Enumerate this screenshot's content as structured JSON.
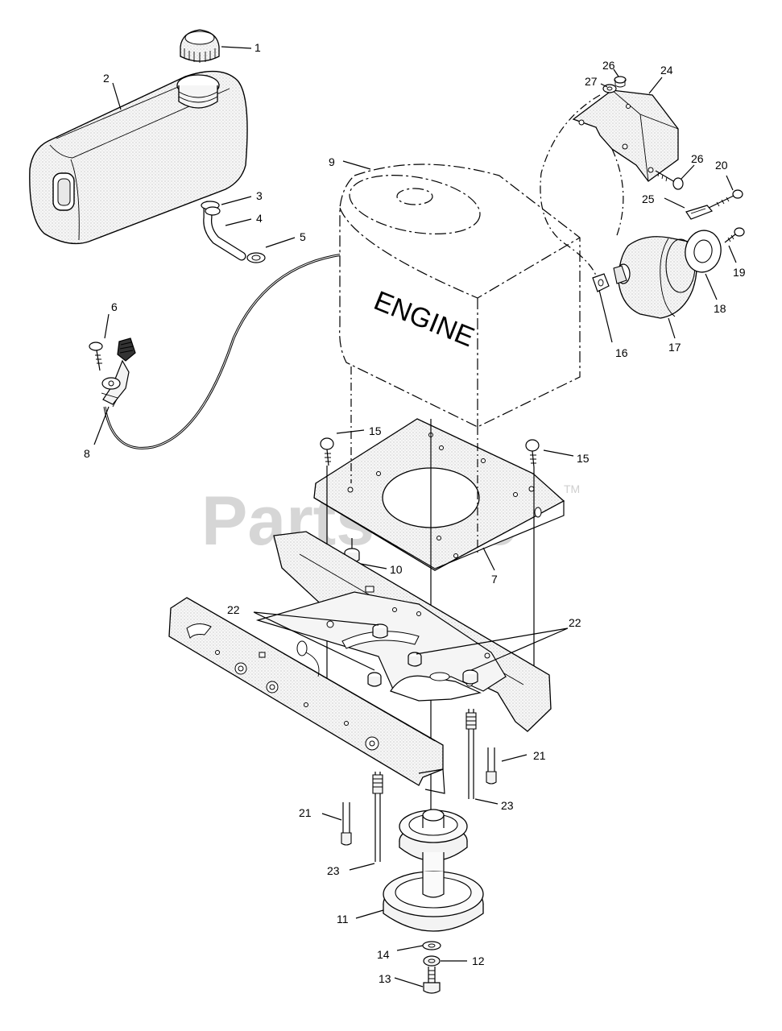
{
  "watermark": {
    "text": "PartsTree",
    "trademark": "TM"
  },
  "engine_label": "ENGINE",
  "callouts": [
    {
      "id": "c1",
      "text": "1"
    },
    {
      "id": "c2",
      "text": "2"
    },
    {
      "id": "c3",
      "text": "3"
    },
    {
      "id": "c4",
      "text": "4"
    },
    {
      "id": "c5",
      "text": "5"
    },
    {
      "id": "c6",
      "text": "6"
    },
    {
      "id": "c7",
      "text": "7"
    },
    {
      "id": "c8",
      "text": "8"
    },
    {
      "id": "c9",
      "text": "9"
    },
    {
      "id": "c10",
      "text": "10"
    },
    {
      "id": "c11",
      "text": "11"
    },
    {
      "id": "c12",
      "text": "12"
    },
    {
      "id": "c13",
      "text": "13"
    },
    {
      "id": "c14",
      "text": "14"
    },
    {
      "id": "c15a",
      "text": "15"
    },
    {
      "id": "c15b",
      "text": "15"
    },
    {
      "id": "c16",
      "text": "16"
    },
    {
      "id": "c17",
      "text": "17"
    },
    {
      "id": "c18",
      "text": "18"
    },
    {
      "id": "c19",
      "text": "19"
    },
    {
      "id": "c20",
      "text": "20"
    },
    {
      "id": "c21a",
      "text": "21"
    },
    {
      "id": "c21b",
      "text": "21"
    },
    {
      "id": "c22a",
      "text": "22"
    },
    {
      "id": "c22b",
      "text": "22"
    },
    {
      "id": "c23a",
      "text": "23"
    },
    {
      "id": "c23b",
      "text": "23"
    },
    {
      "id": "c24",
      "text": "24"
    },
    {
      "id": "c25",
      "text": "25"
    },
    {
      "id": "c26a",
      "text": "26"
    },
    {
      "id": "c26b",
      "text": "26"
    },
    {
      "id": "c27",
      "text": "27"
    }
  ]
}
